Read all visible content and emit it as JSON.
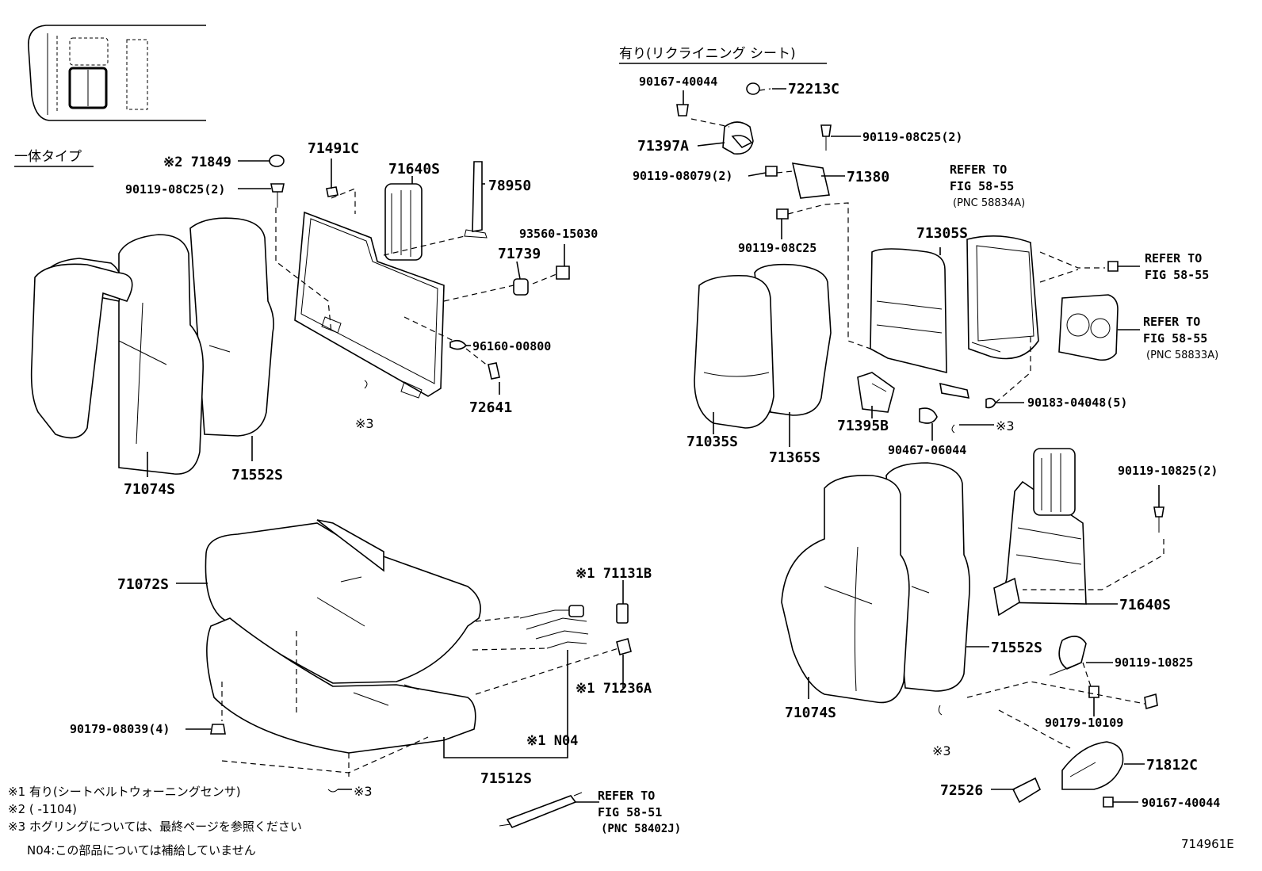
{
  "headers": {
    "integrated_type": "一体タイプ",
    "reclining_seat": "有り(リクライニング シート)"
  },
  "labels": {
    "p71849": "※2 71849",
    "p90119_08C25_2_left": "90119-08C25(2)",
    "p71491C": "71491C",
    "p71640S_top": "71640S",
    "p78950": "78950",
    "p93560_15030": "93560-15030",
    "p71739": "71739",
    "p96160_00800": "96160-00800",
    "p72641": "72641",
    "p_ref3_left": "※3",
    "p71074S_left": "71074S",
    "p71552S_left": "71552S",
    "p90167_40044_top": "90167-40044",
    "p72213C": "72213C",
    "p71397A": "71397A",
    "p90119_08C25_2_right": "90119-08C25(2)",
    "p90119_08079_2": "90119-08079(2)",
    "p71380": "71380",
    "p90119_08C25_right": "90119-08C25",
    "p71305S": "71305S",
    "p71035S": "71035S",
    "p71365S": "71365S",
    "p71395B": "71395B",
    "p90467_06044": "90467-06044",
    "p_ref3_mid": "※3",
    "p90183_04048_5": "90183-04048(5)",
    "ref_58834A_1": "REFER TO",
    "ref_58834A_2": "FIG 58-55",
    "ref_58834A_3": "(PNC 58834A)",
    "ref_fig_a1": "REFER TO",
    "ref_fig_a2": "FIG 58-55",
    "ref_58833A_1": "REFER TO",
    "ref_58833A_2": "FIG 58-55",
    "ref_58833A_3": "(PNC 58833A)",
    "p90119_10825_2": "90119-10825(2)",
    "p71640S_right": "71640S",
    "p71552S_right": "71552S",
    "p90119_10825": "90119-10825",
    "p71074S_right": "71074S",
    "p90179_10109": "90179-10109",
    "p_ref3_right": "※3",
    "p71812C": "71812C",
    "p72526": "72526",
    "p90167_40044_bottom": "90167-40044",
    "p71072S": "71072S",
    "p71131B": "※1 71131B",
    "p71236A": "※1 71236A",
    "pN04": "※1 N04",
    "p71512S": "71512S",
    "p90179_08039_4": "90179-08039(4)",
    "p_ref3_bottom": "※3",
    "ref_58402J_1": "REFER TO",
    "ref_58402J_2": "FIG 58-51",
    "ref_58402J_3": "(PNC 58402J)",
    "figure_code": "714961E"
  },
  "notes": {
    "n1": "※1  有り(シートベルトウォーニングセンサ)",
    "n2": "※2  (      -1104)",
    "n3": "※3  ホグリングについては、最終ページを参照ください",
    "n4": "N04:この部品については補給していません"
  }
}
